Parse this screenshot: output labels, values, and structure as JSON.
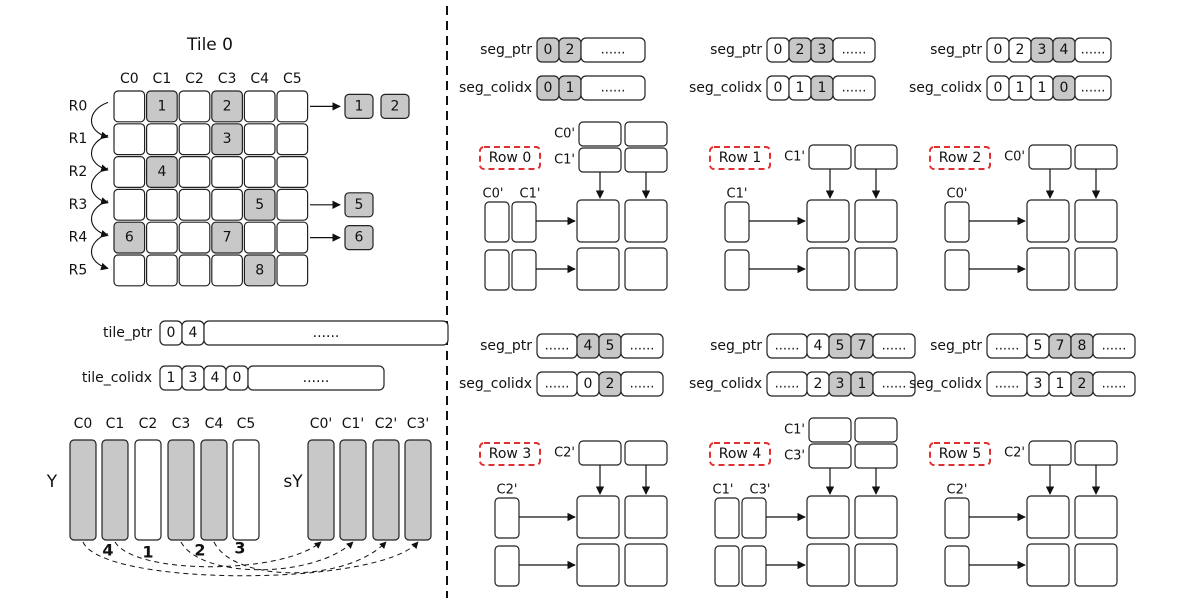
{
  "tile": {
    "title": "Tile 0",
    "cols": [
      "C0",
      "C1",
      "C2",
      "C3",
      "C4",
      "C5"
    ],
    "rows": [
      "R0",
      "R1",
      "R2",
      "R3",
      "R4",
      "R5"
    ],
    "nonzeros": [
      {
        "r": 0,
        "c": 1,
        "v": "1"
      },
      {
        "r": 0,
        "c": 3,
        "v": "2"
      },
      {
        "r": 1,
        "c": 3,
        "v": "3"
      },
      {
        "r": 2,
        "c": 1,
        "v": "4"
      },
      {
        "r": 3,
        "c": 4,
        "v": "5"
      },
      {
        "r": 4,
        "c": 0,
        "v": "6"
      },
      {
        "r": 4,
        "c": 3,
        "v": "7"
      },
      {
        "r": 5,
        "c": 4,
        "v": "8"
      }
    ],
    "row_outputs": [
      {
        "row": 0,
        "vals": [
          "1",
          "2"
        ]
      },
      {
        "row": 3,
        "vals": [
          "5"
        ]
      },
      {
        "row": 4,
        "vals": [
          "6"
        ]
      }
    ]
  },
  "tile_arrays": {
    "tile_ptr": {
      "label": "tile_ptr",
      "cells": [
        "0",
        "4"
      ],
      "tail": "......"
    },
    "tile_colidx": {
      "label": "tile_colidx",
      "cells": [
        "1",
        "3",
        "4",
        "0"
      ],
      "tail": "......"
    }
  },
  "yvec": {
    "y_label": "Y",
    "sy_label": "sY",
    "cols": [
      "C0",
      "C1",
      "C2",
      "C3",
      "C4",
      "C5"
    ],
    "cols_shaded": [
      true,
      true,
      false,
      true,
      true,
      false
    ],
    "s_cols": [
      "C0'",
      "C1'",
      "C2'",
      "C3'"
    ],
    "order_labels": [
      "4",
      "1",
      "2",
      "3"
    ]
  },
  "panels": [
    {
      "seg_ptr": {
        "label": "seg_ptr",
        "cells": [
          {
            "v": "0",
            "g": true
          },
          {
            "v": "2",
            "g": true
          }
        ],
        "pre": false
      },
      "seg_colidx": {
        "label": "seg_colidx",
        "cells": [
          {
            "v": "0",
            "g": true
          },
          {
            "v": "1",
            "g": true
          }
        ],
        "pre": false
      },
      "row_label": "Row 0",
      "row_cols": [
        "C0'",
        "C1'"
      ],
      "col_cols": [
        "C0'",
        "C1'"
      ]
    },
    {
      "seg_ptr": {
        "label": "seg_ptr",
        "cells": [
          {
            "v": "0",
            "g": false
          },
          {
            "v": "2",
            "g": true
          },
          {
            "v": "3",
            "g": true
          }
        ],
        "pre": false
      },
      "seg_colidx": {
        "label": "seg_colidx",
        "cells": [
          {
            "v": "0",
            "g": false
          },
          {
            "v": "1",
            "g": false
          },
          {
            "v": "1",
            "g": true
          }
        ],
        "pre": false
      },
      "row_label": "Row 1",
      "row_cols": [
        "C1'"
      ],
      "col_cols": [
        "C1'"
      ]
    },
    {
      "seg_ptr": {
        "label": "seg_ptr",
        "cells": [
          {
            "v": "0",
            "g": false
          },
          {
            "v": "2",
            "g": false
          },
          {
            "v": "3",
            "g": true
          },
          {
            "v": "4",
            "g": true
          }
        ],
        "pre": false
      },
      "seg_colidx": {
        "label": "seg_colidx",
        "cells": [
          {
            "v": "0",
            "g": false
          },
          {
            "v": "1",
            "g": false
          },
          {
            "v": "1",
            "g": false
          },
          {
            "v": "0",
            "g": true
          }
        ],
        "pre": false
      },
      "row_label": "Row 2",
      "row_cols": [
        "C0'"
      ],
      "col_cols": [
        "C0'"
      ]
    },
    {
      "seg_ptr": {
        "label": "seg_ptr",
        "cells": [
          {
            "v": "4",
            "g": true
          },
          {
            "v": "5",
            "g": true
          }
        ],
        "pre": true
      },
      "seg_colidx": {
        "label": "seg_colidx",
        "cells": [
          {
            "v": "0",
            "g": false
          },
          {
            "v": "2",
            "g": true
          }
        ],
        "pre": true
      },
      "row_label": "Row 3",
      "row_cols": [
        "C2'"
      ],
      "col_cols": [
        "C2'"
      ]
    },
    {
      "seg_ptr": {
        "label": "seg_ptr",
        "cells": [
          {
            "v": "4",
            "g": false
          },
          {
            "v": "5",
            "g": true
          },
          {
            "v": "7",
            "g": true
          }
        ],
        "pre": true
      },
      "seg_colidx": {
        "label": "seg_colidx",
        "cells": [
          {
            "v": "2",
            "g": false
          },
          {
            "v": "3",
            "g": true
          },
          {
            "v": "1",
            "g": true
          }
        ],
        "pre": true
      },
      "row_label": "Row 4",
      "row_cols": [
        "C1'",
        "C3'"
      ],
      "col_cols": [
        "C1'",
        "C3'"
      ]
    },
    {
      "seg_ptr": {
        "label": "seg_ptr",
        "cells": [
          {
            "v": "5",
            "g": false
          },
          {
            "v": "7",
            "g": true
          },
          {
            "v": "8",
            "g": true
          }
        ],
        "pre": true
      },
      "seg_colidx": {
        "label": "seg_colidx",
        "cells": [
          {
            "v": "3",
            "g": false
          },
          {
            "v": "1",
            "g": false
          },
          {
            "v": "2",
            "g": true
          }
        ],
        "pre": true
      },
      "row_label": "Row 5",
      "row_cols": [
        "C2'"
      ],
      "col_cols": [
        "C2'"
      ]
    }
  ],
  "ellipsis": "......",
  "colors": {
    "shade": "#c8c8c8",
    "row_label_border": "#e03030",
    "stroke": "#222222"
  }
}
